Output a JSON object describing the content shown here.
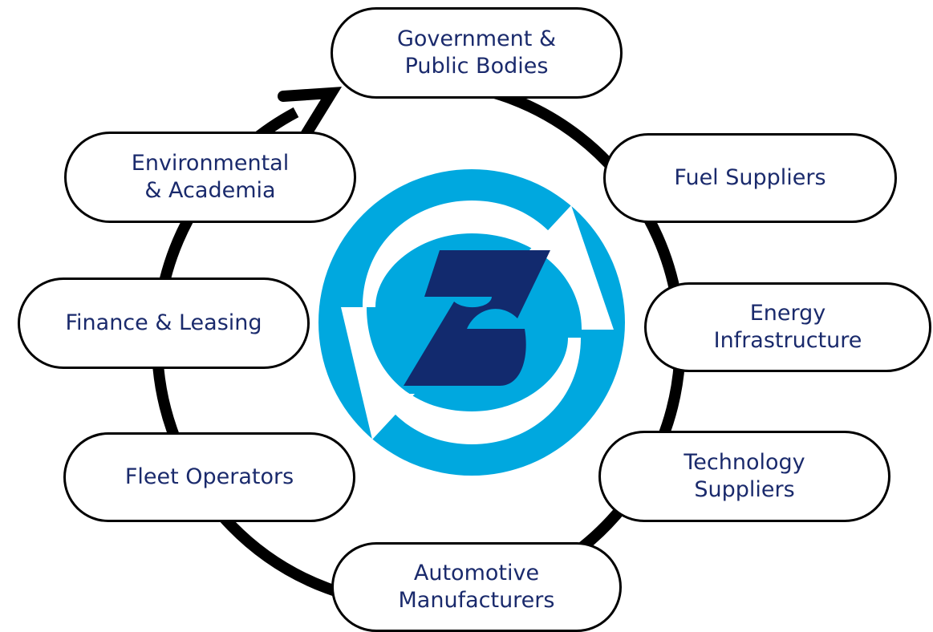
{
  "colors": {
    "ring": "#000000",
    "node_border": "#000000",
    "node_text": "#1a2a6c",
    "logo_circle": "#00a8df",
    "logo_arrow": "#ffffff",
    "logo_z": "#122a6e"
  },
  "nodes": [
    {
      "id": "government",
      "label": "Government &\nPublic Bodies"
    },
    {
      "id": "fuel",
      "label": "Fuel Suppliers"
    },
    {
      "id": "energy",
      "label": "Energy\nInfrastructure"
    },
    {
      "id": "technology",
      "label": "Technology\nSuppliers"
    },
    {
      "id": "automotive",
      "label": "Automotive\nManufacturers"
    },
    {
      "id": "fleet",
      "label": "Fleet Operators"
    },
    {
      "id": "finance",
      "label": "Finance & Leasing"
    },
    {
      "id": "environmental",
      "label": "Environmental\n& Academia"
    }
  ],
  "center_logo": {
    "icon": "z-cycle-logo-icon"
  },
  "cycle_arrow": {
    "icon": "arrow-head-icon",
    "direction": "clockwise"
  }
}
